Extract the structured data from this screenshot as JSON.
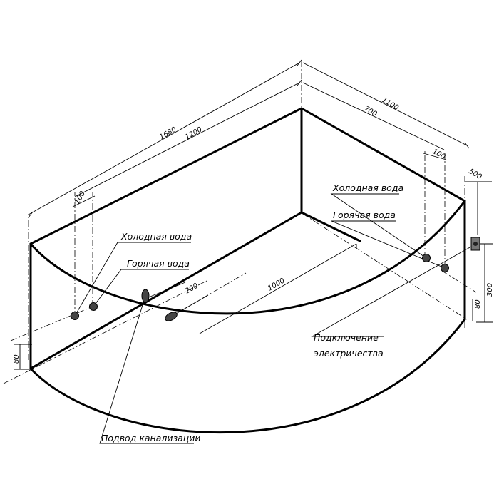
{
  "dimensions": {
    "total_length": "1680",
    "inner_length": "1200",
    "total_width": "1100",
    "inner_width": "700",
    "pipe_offset_left": "100",
    "pipe_offset_right": "100",
    "socket_offset": "500",
    "drain_offset": "200",
    "drain_distance": "1000",
    "height_left": "80",
    "height_right": "80",
    "socket_height": "300"
  },
  "labels": {
    "cold_water_left": "Холодная вода",
    "hot_water_left": "Горячая вода",
    "cold_water_right": "Холодная вода",
    "hot_water_right": "Горячая вода",
    "electric_line1": "Подключение",
    "electric_line2": "электричества",
    "drain_supply": "Подвод канализации"
  },
  "colors": {
    "line": "#000000",
    "pipe_fill": "#444444",
    "background": "#ffffff"
  },
  "icons": [
    "cold-water-pipe-icon",
    "hot-water-pipe-icon",
    "drain-icon",
    "electric-socket-icon"
  ]
}
